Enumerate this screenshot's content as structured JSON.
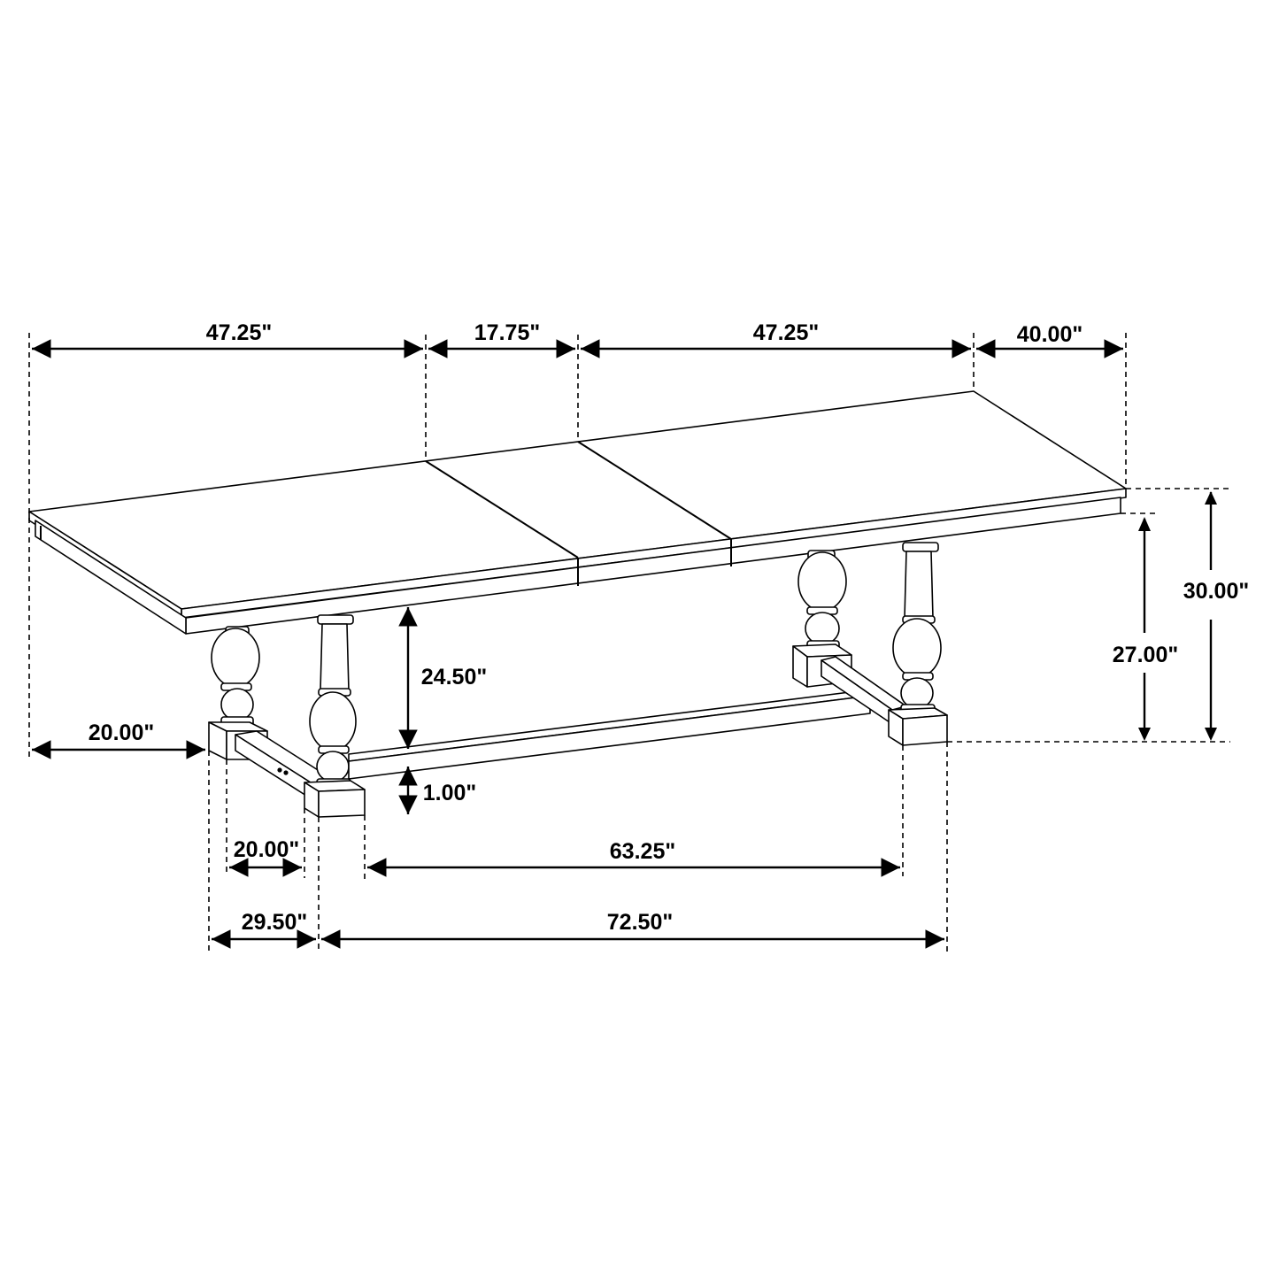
{
  "diagram": {
    "subject": "Extendable trestle dining table with turned pedestal legs",
    "background": "#ffffff",
    "line_color": "#000000",
    "dimensions": {
      "top_widths": [
        {
          "id": "leaf-left",
          "label": "47.25\""
        },
        {
          "id": "leaf-center",
          "label": "17.75\""
        },
        {
          "id": "leaf-right",
          "label": "47.25\""
        },
        {
          "id": "depth-top",
          "label": "40.00\""
        }
      ],
      "heights": [
        {
          "id": "total-height",
          "label": "30.00\""
        },
        {
          "id": "apron-clearance",
          "label": "27.00\""
        },
        {
          "id": "stretcher-to-apron",
          "label": "24.50\""
        },
        {
          "id": "stretcher-clearance",
          "label": "1.00\""
        }
      ],
      "base": [
        {
          "id": "overhang",
          "label": "20.00\""
        },
        {
          "id": "foot-inner",
          "label": "20.00\""
        },
        {
          "id": "foot-depth",
          "label": "29.50\""
        },
        {
          "id": "between-feet",
          "label": "63.25\""
        },
        {
          "id": "base-length",
          "label": "72.50\""
        }
      ]
    }
  }
}
